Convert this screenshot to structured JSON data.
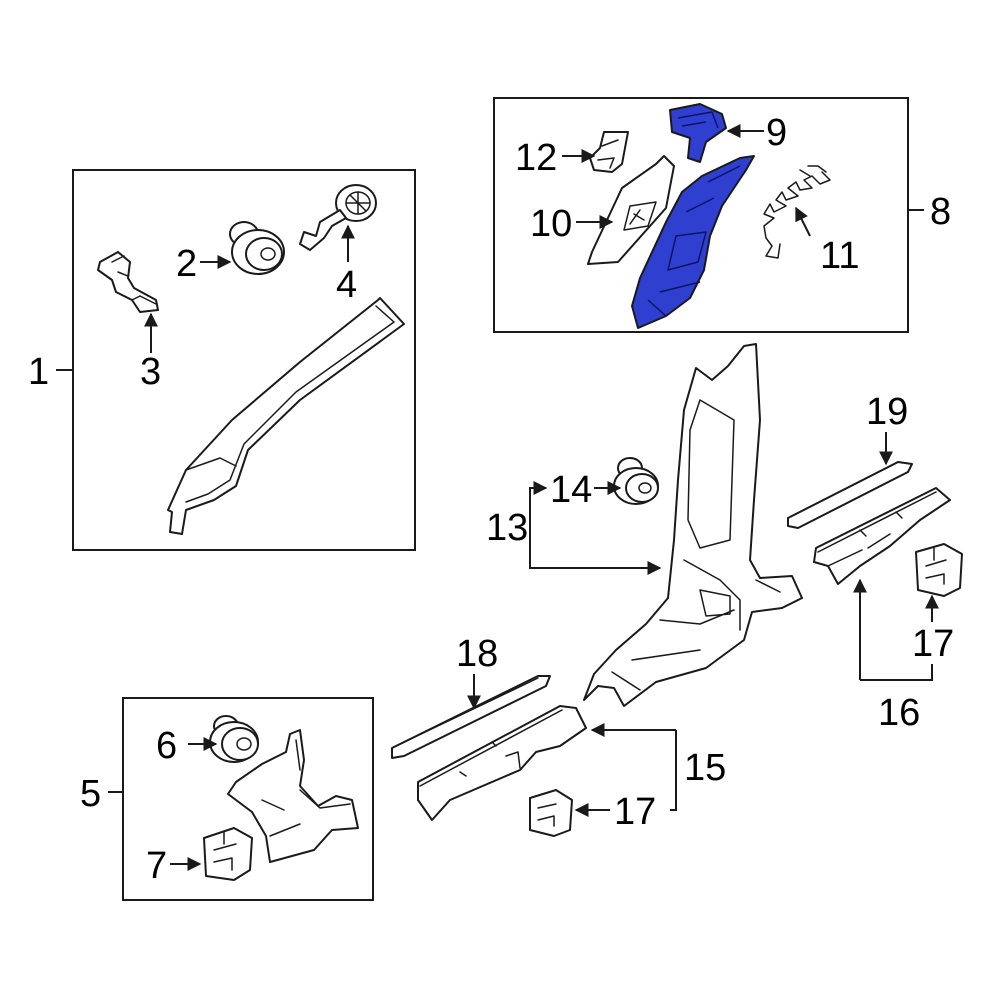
{
  "colors": {
    "highlight": "#2f3fcf",
    "line": "#1a1a1a",
    "background": "#ffffff"
  },
  "callouts": {
    "c1": "1",
    "c2": "2",
    "c3": "3",
    "c4": "4",
    "c5": "5",
    "c6": "6",
    "c7": "7",
    "c8": "8",
    "c9": "9",
    "c10": "10",
    "c11": "11",
    "c12": "12",
    "c13": "13",
    "c14": "14",
    "c15": "15",
    "c16": "16",
    "c17a": "17",
    "c17b": "17",
    "c18": "18",
    "c19": "19"
  }
}
